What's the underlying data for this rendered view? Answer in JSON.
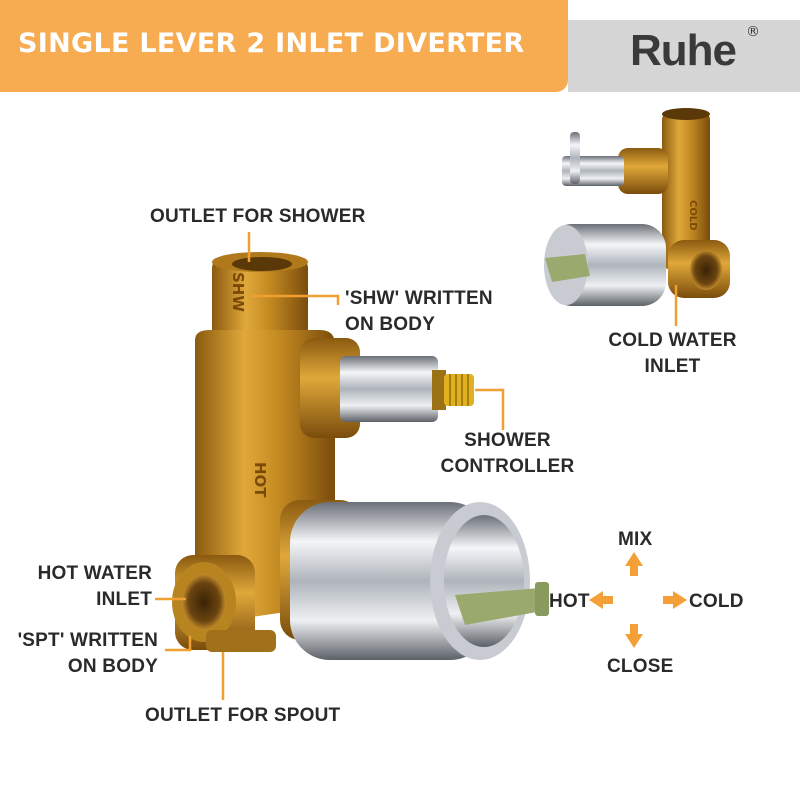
{
  "header": {
    "title": "SINGLE LEVER 2 INLET DIVERTER"
  },
  "brand": {
    "name": "Ruhe",
    "reg_mark": "®"
  },
  "labels": {
    "outlet_shower": "OUTLET FOR SHOWER",
    "shw_written_1": "'SHW' WRITTEN",
    "shw_written_2": "ON BODY",
    "shower_controller_1": "SHOWER",
    "shower_controller_2": "CONTROLLER",
    "hot_water_inlet_1": "HOT WATER",
    "hot_water_inlet_2": "INLET",
    "spt_written_1": "'SPT' WRITTEN",
    "spt_written_2": "ON BODY",
    "outlet_spout": "OUTLET FOR SPOUT",
    "cold_water_inlet_1": "COLD WATER",
    "cold_water_inlet_2": "INLET"
  },
  "body_markings": {
    "shw": "SHW",
    "hot": "HOT",
    "cold": "COLD"
  },
  "direction": {
    "mix": "MIX",
    "hot": "HOT",
    "cold": "COLD",
    "close": "CLOSE"
  },
  "colors": {
    "accent": "#f7ac52",
    "brass": "#c8901f",
    "chrome": "#d9dde2",
    "leader": "#f0a030",
    "text": "#2a2a2a"
  }
}
